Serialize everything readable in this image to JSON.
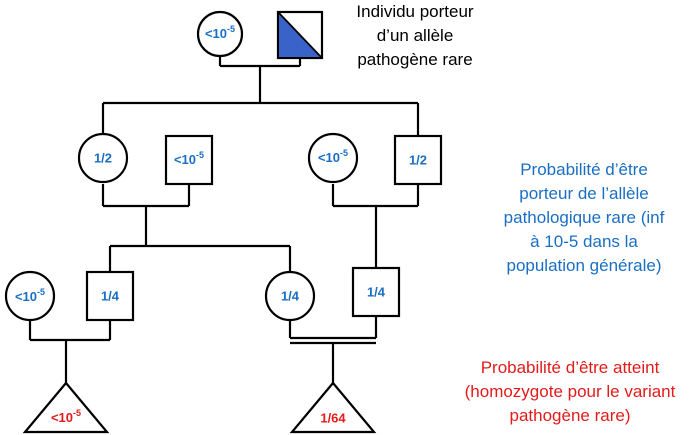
{
  "colors": {
    "line": "#000000",
    "probability_text": "#1a6fc4",
    "affected_text": "#e41b1b",
    "carrier_fill": "#3a63c9"
  },
  "legend": {
    "carrier": [
      "Individu porteur",
      "d’un allèle",
      "pathogène rare"
    ],
    "carrier_probability": [
      "Probabilité d’être",
      "porteur de l’allèle",
      "pathologique rare (inf",
      "à 10-5 dans la",
      "population générale)"
    ],
    "affected_probability": [
      "Probabilité d’être atteint",
      "(homozygote pour le variant",
      "pathogène rare)"
    ]
  },
  "pedigree": {
    "gen1": {
      "grandmother": {
        "base": "<10",
        "exp": "-5"
      },
      "grandfather": {
        "symbol": "half-filled-carrier-square"
      }
    },
    "gen2": {
      "left_daughter": {
        "base": "1/2"
      },
      "left_spouse": {
        "base": "<10",
        "exp": "-5"
      },
      "right_spouse": {
        "base": "<10",
        "exp": "-5"
      },
      "right_son": {
        "base": "1/2"
      }
    },
    "gen3": {
      "outside_woman": {
        "base": "<10",
        "exp": "-5"
      },
      "left_son": {
        "base": "1/4"
      },
      "daughter": {
        "base": "1/4"
      },
      "cousin": {
        "base": "1/4"
      }
    },
    "gen4": {
      "child_left": {
        "base": "<10",
        "exp": "-5"
      },
      "child_consanguineous": {
        "base": "1/64"
      }
    }
  }
}
